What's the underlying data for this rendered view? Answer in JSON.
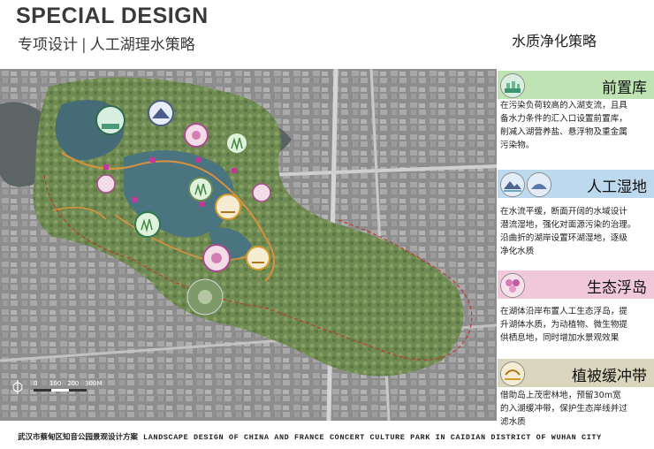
{
  "header": {
    "title_en": "SPECIAL DESIGN",
    "title_cn_left": "专项设计",
    "title_cn_sep": "|",
    "title_cn_right": "人工湖理水策略"
  },
  "section_title": "水质净化策略",
  "strategies": [
    {
      "title": "前置库",
      "icon": "reservoir-icon",
      "color": "#bfe3b2",
      "lines": [
        "在污染负荷较高的入湖支流，且具",
        "备水力条件的汇入口设置前置库，",
        "削减入湖营养盐、悬浮物及重金属",
        "污染物。"
      ]
    },
    {
      "title": "人工湿地",
      "icon": "wetland-icon",
      "color": "#bcd9ee",
      "lines": [
        "在水流平缓，断面开阔的水域设计",
        "潜流湿地，强化对面源污染的治理。",
        "沿曲折的湖岸设置环湖湿地，逐级",
        "净化水质"
      ]
    },
    {
      "title": "生态浮岛",
      "icon": "floating-island-icon",
      "color": "#f1c8d9",
      "lines": [
        "在湖体沿岸布置人工生态浮岛，提",
        "升湖体水质，为动植物、微生物提",
        "供栖息地，同时增加水景观效果"
      ]
    },
    {
      "title": "植被缓冲带",
      "icon": "buffer-zone-icon",
      "color": "#d9d6bd",
      "lines": [
        "借助岛上茂密林地，预留30m宽",
        "的入湖缓冲带，保护生态岸线并过",
        "滤水质"
      ]
    }
  ],
  "scale_bar": {
    "ticks": [
      "0",
      "100",
      "200",
      "300M"
    ]
  },
  "footer": {
    "cn": "武汉市蔡甸区知音公园景观设计方案",
    "en": "LANDSCAPE DESIGN OF CHINA AND FRANCE CONCERT CULTURE PARK  IN CAIDIAN DISTRICT OF WUHAN CITY"
  }
}
